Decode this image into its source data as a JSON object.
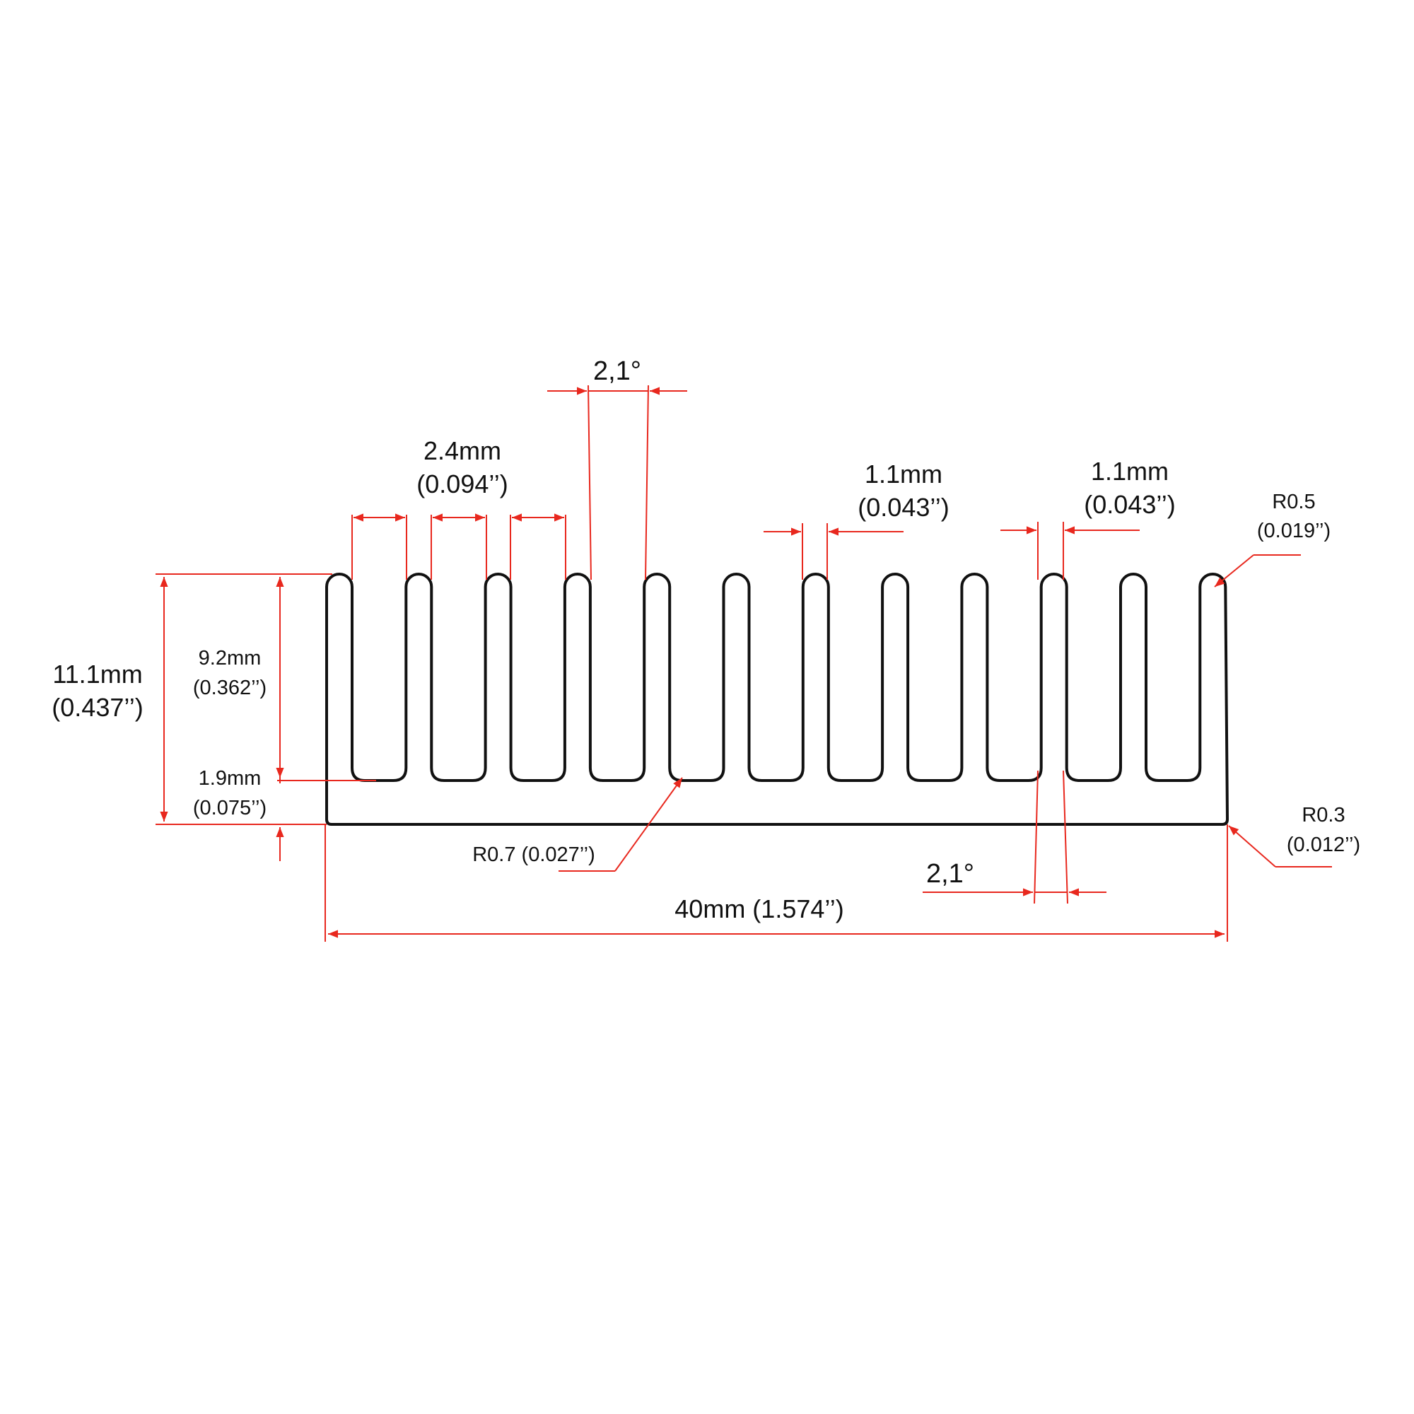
{
  "colors": {
    "outline": "#111111",
    "dimension": "#e8281e",
    "background": "#ffffff"
  },
  "profile": {
    "fin_count": 12
  },
  "dimensions": {
    "fin_pitch": {
      "mm": "2.4mm",
      "inch": "(0.094’’)"
    },
    "fin_angle_top": "2,1°",
    "fin_width_1": {
      "mm": "1.1mm",
      "inch": "(0.043’’)"
    },
    "fin_width_2": {
      "mm": "1.1mm",
      "inch": "(0.043’’)"
    },
    "tip_radius": {
      "mm": "R0.5",
      "inch": "(0.019’’)"
    },
    "overall_height": {
      "mm": "11.1mm",
      "inch": "(0.437’’)"
    },
    "fin_height": {
      "mm": "9.2mm",
      "inch": "(0.362’’)"
    },
    "base_thickness": {
      "mm": "1.9mm",
      "inch": "(0.075’’)"
    },
    "root_radius": "R0.7 (0.027’’)",
    "fin_angle_bottom": "2,1°",
    "overall_width": "40mm (1.574’’)",
    "corner_radius": {
      "mm": "R0.3",
      "inch": "(0.012’’)"
    }
  }
}
